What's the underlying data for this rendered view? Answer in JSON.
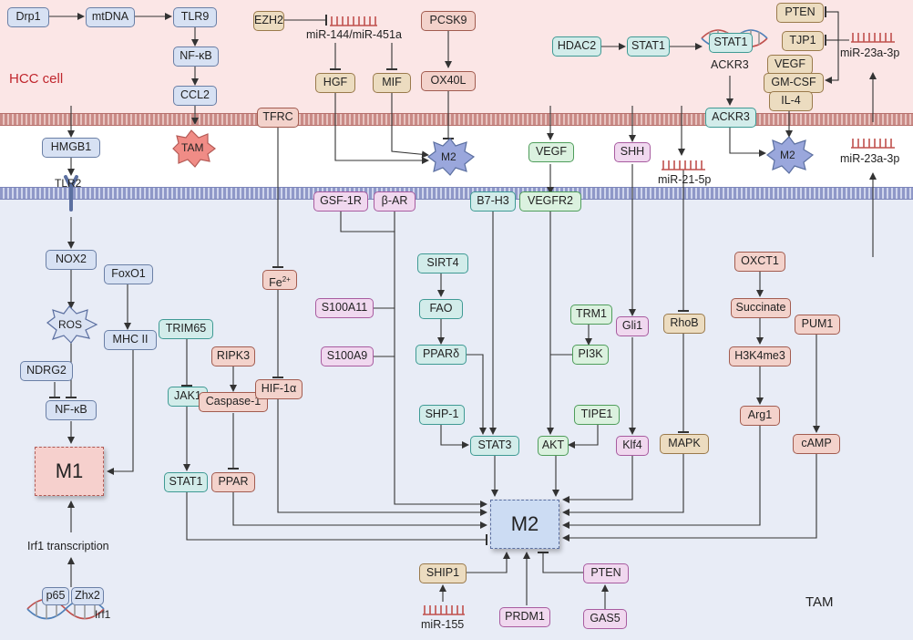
{
  "colors": {
    "hcc_background": "#fbe6e6",
    "tam_background": "#e8ecf6",
    "hcc_label": "#c0262d",
    "mirna": "#c0504d"
  },
  "regions": {
    "hcc_cell": "HCC cell",
    "tam": "TAM"
  },
  "nodes": {
    "drp1": "Drp1",
    "mtdna": "mtDNA",
    "tlr9": "TLR9",
    "nfkb_top": "NF-κB",
    "ccl2": "CCL2",
    "ezh2": "EZH2",
    "mir144_451a": "miR-144/miR-451a",
    "hgf": "HGF",
    "mif": "MIF",
    "pcsk9": "PCSK9",
    "ox40l": "OX40L",
    "hdac2": "HDAC2",
    "stat1_top": "STAT1",
    "stat1_helix": "STAT1",
    "ackr3_label": "ACKR3",
    "ackr3_box": "ACKR3",
    "pten_top": "PTEN",
    "tjp1": "TJP1",
    "vegf_top": "VEGF",
    "gmcsf": "GM-CSF",
    "il4": "IL-4",
    "mir23a_top": "miR-23a-3p",
    "mir23a_mid": "miR-23a-3p",
    "tfrc": "TFRC",
    "hmgb1": "HMGB1",
    "tlr2": "TLR2",
    "vegf_mid": "VEGF",
    "shh": "SHH",
    "mir21": "miR-21-5p",
    "gsf1r": "GSF-1R",
    "beta_ar": "β-AR",
    "b7h3": "B7-H3",
    "vegfr2": "VEGFR2",
    "nox2": "NOX2",
    "foxo1": "FoxO1",
    "ros": "ROS",
    "mhc2": "MHC II",
    "ndrg2": "NDRG2",
    "nfkb_low": "NF-κB",
    "m1": "M1",
    "irf1_transcription": "Irf1 transcription",
    "p65": "p65",
    "zhx2": "Zhx2",
    "irf1": "Irf1",
    "trim65": "TRIM65",
    "jak1": "JAK1",
    "stat1_low": "STAT1",
    "ripk3": "RIPK3",
    "caspase1": "Caspase-1",
    "ppar": "PPAR",
    "fe2": "Fe",
    "fe2_sup": "2+",
    "hif1a": "HIF-1α",
    "sirt4": "SIRT4",
    "fao": "FAO",
    "s100a11": "S100A11",
    "s100a9": "S100A9",
    "ppard": "PPARδ",
    "shp1": "SHP-1",
    "stat3": "STAT3",
    "trm1": "TRM1",
    "pi3k": "PI3K",
    "tipe1": "TIPE1",
    "akt": "AKT",
    "gli1": "Gli1",
    "klf4": "Klf4",
    "rhob": "RhoB",
    "mapk": "MAPK",
    "oxct1": "OXCT1",
    "succinate": "Succinate",
    "h3k4me3": "H3K4me3",
    "arg1": "Arg1",
    "pum1": "PUM1",
    "camp": "cAMP",
    "m2_center": "M2",
    "ship1": "SHIP1",
    "mir155": "miR-155",
    "prdm1": "PRDM1",
    "pten_low": "PTEN",
    "gas5": "GAS5",
    "tam_cell": "TAM",
    "m2_cell_1": "M2",
    "m2_cell_2": "M2"
  },
  "icons": {
    "mirna": "mirna-hairpin-icon",
    "dna": "dna-helix-icon",
    "receptor": "tlr2-receptor-icon",
    "ros": "ros-burst-icon",
    "tam_cell": "tam-cell-icon",
    "m2_cell": "m2-cell-icon"
  }
}
